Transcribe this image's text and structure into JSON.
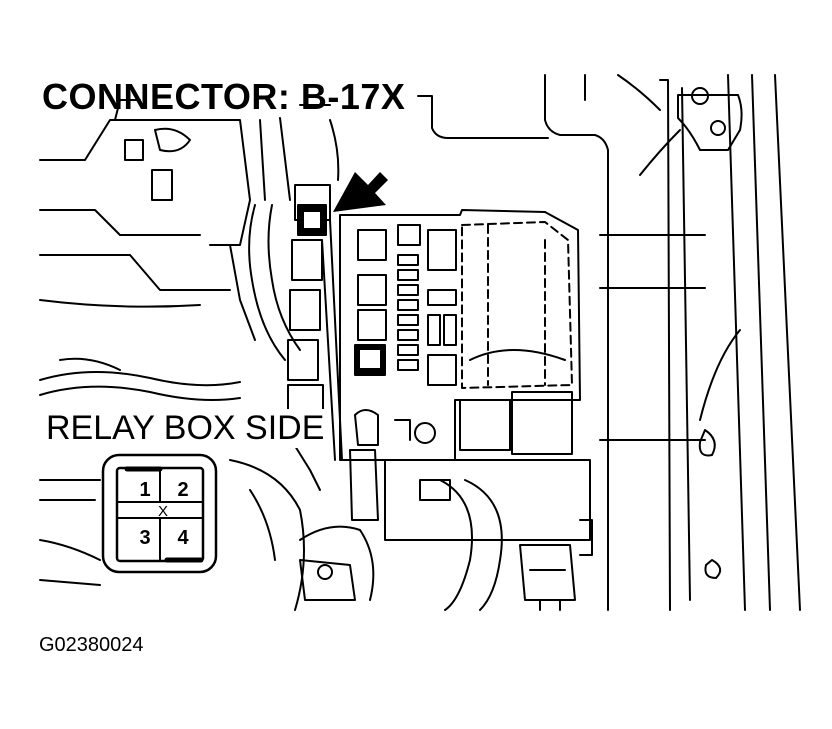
{
  "title": "CONNECTOR: B-17X",
  "view_label": "RELAY BOX SIDE",
  "figure_code": "G02380024",
  "connector": {
    "pins": [
      "1",
      "2",
      "3",
      "4"
    ],
    "center_mark": "X"
  }
}
